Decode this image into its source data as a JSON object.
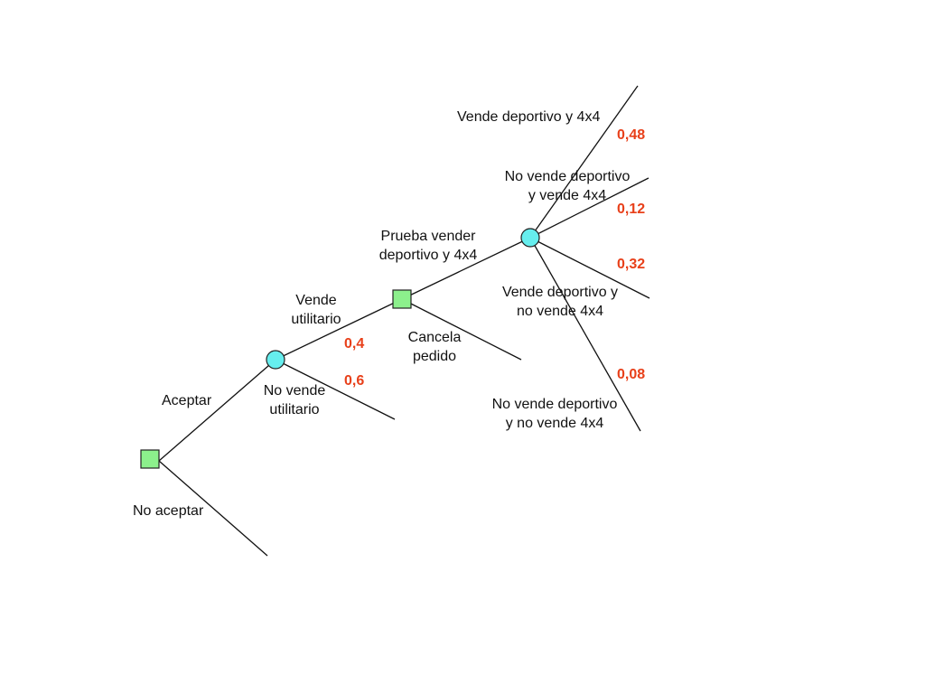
{
  "colors": {
    "decision_fill": "#8cf08c",
    "chance_fill": "#66eeee",
    "probability_text": "#e8401a",
    "line": "#111111"
  },
  "labels": {
    "aceptar": "Aceptar",
    "no_aceptar": "No aceptar",
    "vende_utilitario_1": "Vende",
    "vende_utilitario_2": "utilitario",
    "no_vende_utilitario_1": "No vende",
    "no_vende_utilitario_2": "utilitario",
    "prueba_vender_1": "Prueba vender",
    "prueba_vender_2": "deportivo y 4x4",
    "cancela_pedido_1": "Cancela",
    "cancela_pedido_2": "pedido",
    "vende_dep_y_4x4": "Vende deportivo y 4x4",
    "no_vende_dep_y_vende_4x4_1": "No vende deportivo",
    "no_vende_dep_y_vende_4x4_2": "y vende 4x4",
    "vende_dep_y_no_vende_4x4_1": "Vende deportivo y",
    "vende_dep_y_no_vende_4x4_2": "no vende 4x4",
    "no_vende_dep_no_vende_4x4_1": "No vende deportivo",
    "no_vende_dep_no_vende_4x4_2": "y no vende 4x4"
  },
  "probabilities": {
    "vende_utilitario": "0,4",
    "no_vende_utilitario": "0,6",
    "vende_dep_y_4x4": "0,48",
    "no_vende_dep_y_vende_4x4": "0,12",
    "vende_dep_y_no_vende_4x4": "0,32",
    "no_vende_dep_no_vende_4x4": "0,08"
  }
}
